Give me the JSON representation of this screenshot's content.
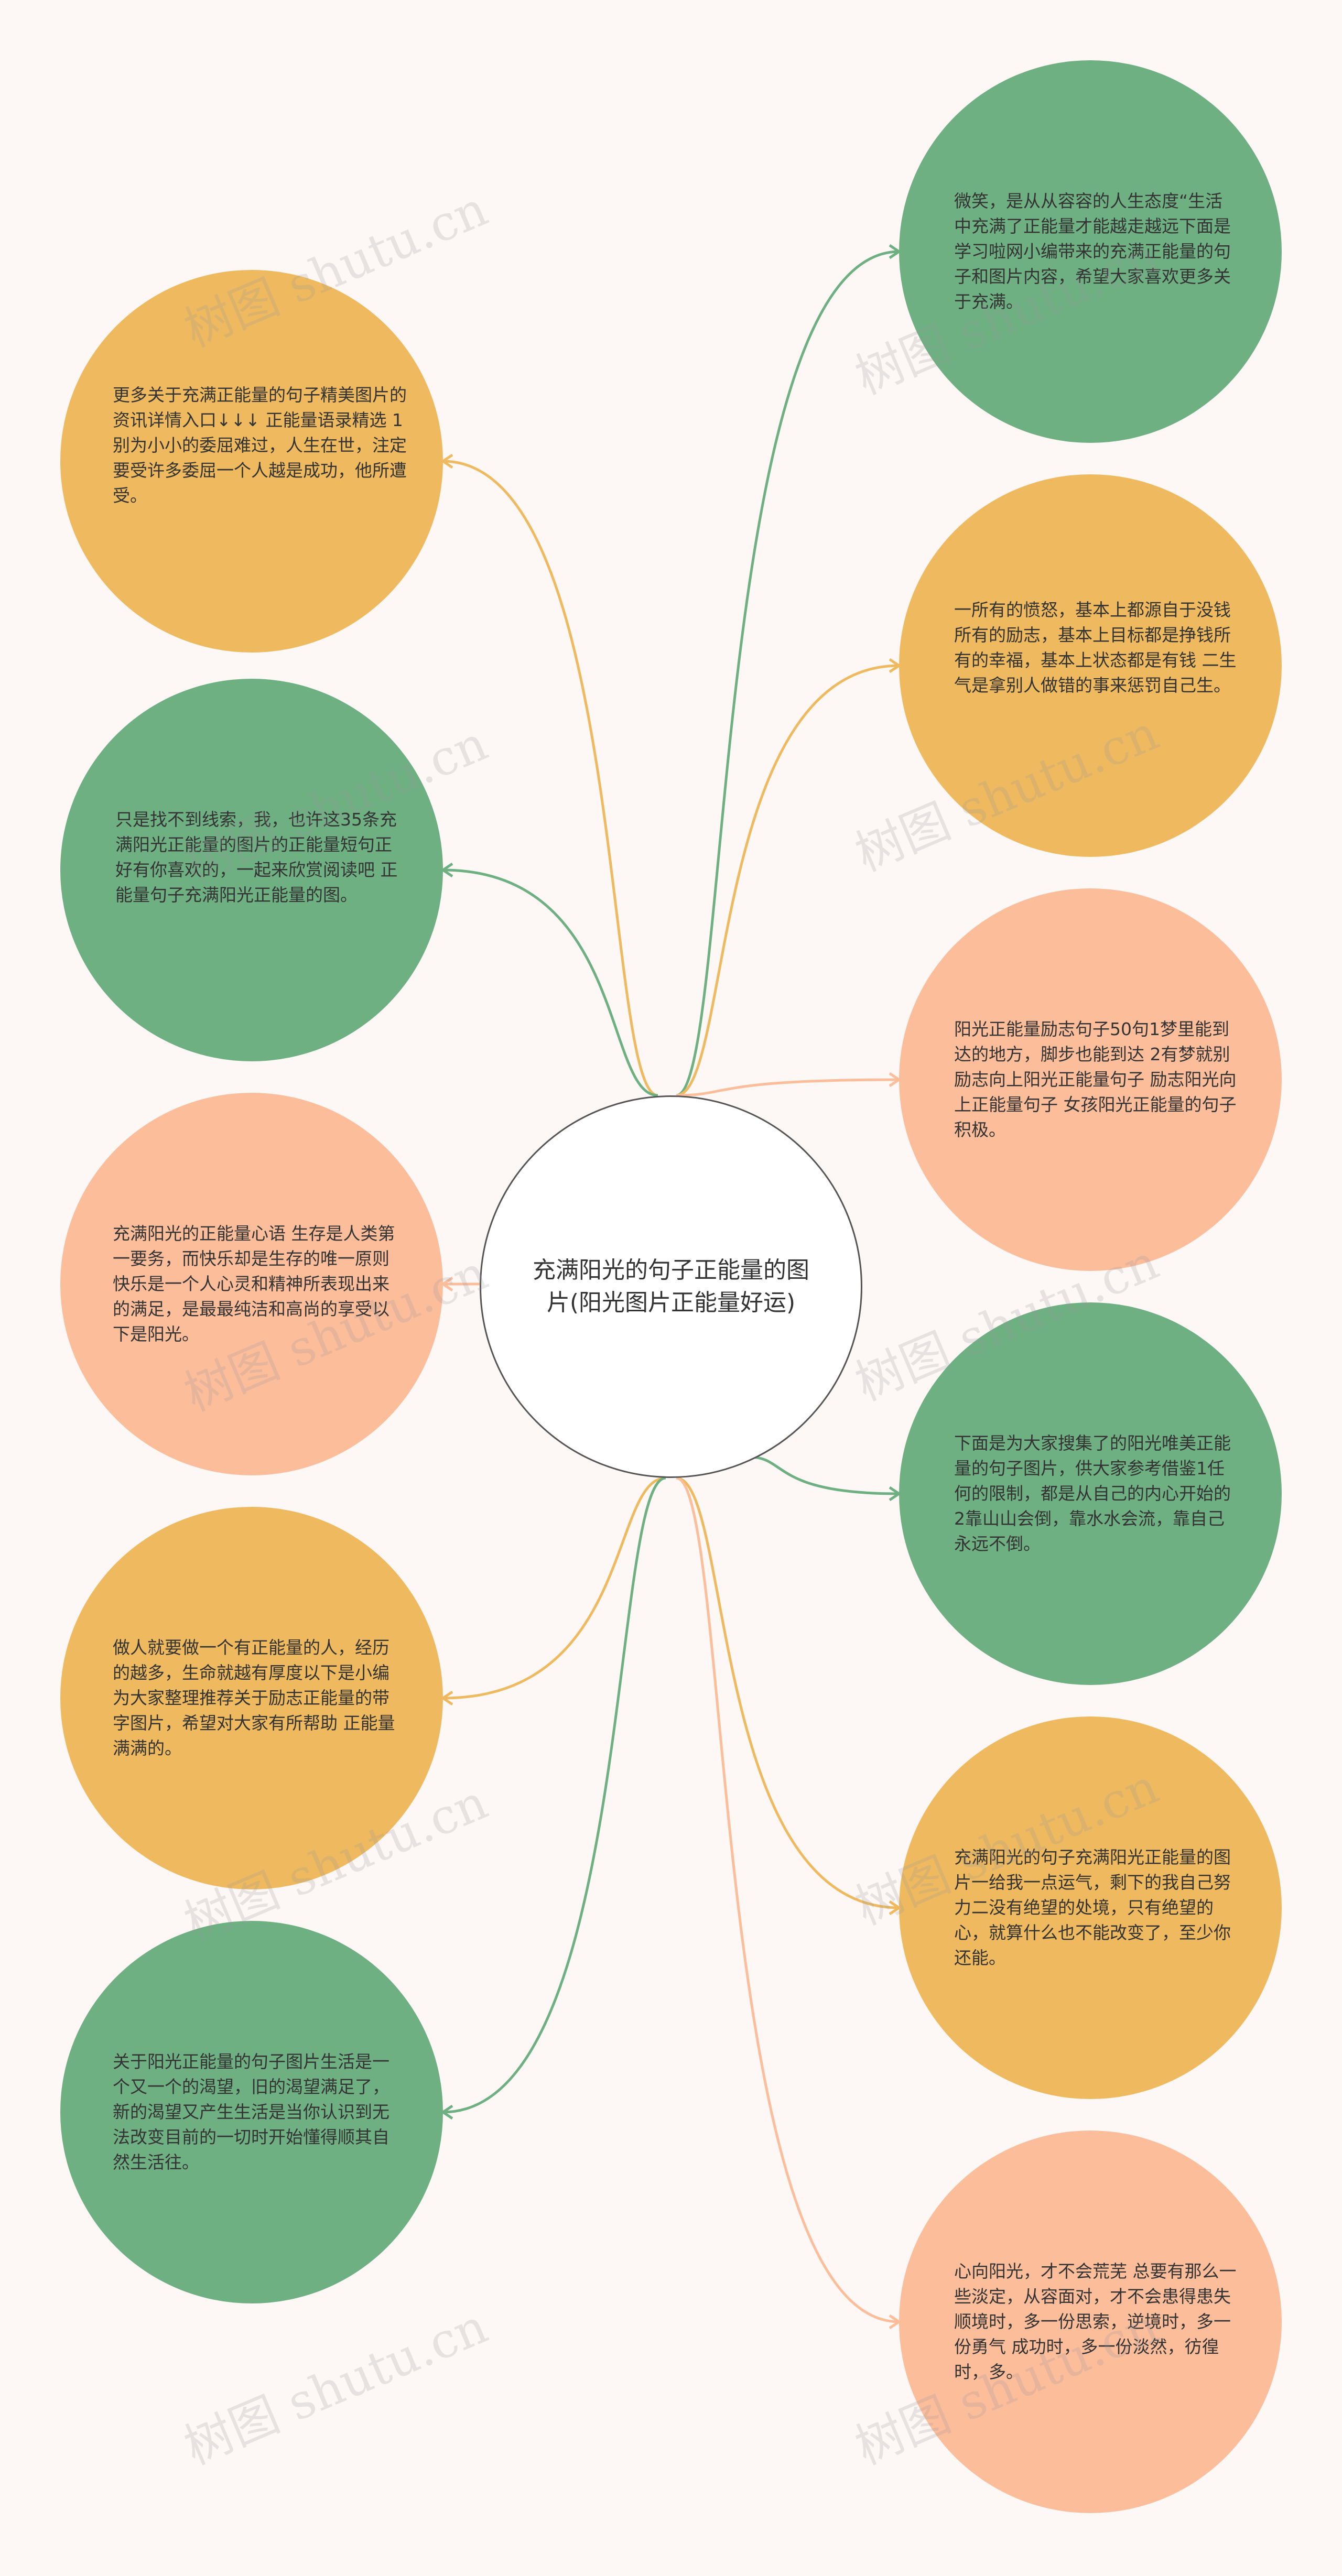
{
  "center": {
    "title": "充满阳光的句子正能量的图片(阳光图片正能量好运)"
  },
  "colors": {
    "green": "#6fb083",
    "orange": "#efba5f",
    "peach": "#fcbd9b"
  },
  "left_nodes": [
    {
      "text": "更多关于充满正能量的句子精美图片的资讯详情入口↓↓↓ 正能量语录精选 1 别为小小的委屈难过，人生在世，注定要受许多委屈一个人越是成功，他所遭受。",
      "color": "orange"
    },
    {
      "text": "只是找不到线索，我，也许这35条充满阳光正能量的图片的正能量短句正好有你喜欢的，一起来欣赏阅读吧 正能量句子充满阳光正能量的图。",
      "color": "green"
    },
    {
      "text": "充满阳光的正能量心语 生存是人类第一要务，而快乐却是生存的唯一原则快乐是一个人心灵和精神所表现出来的满足，是最最纯洁和高尚的享受以下是阳光。",
      "color": "peach"
    },
    {
      "text": "做人就要做一个有正能量的人，经历的越多，生命就越有厚度以下是小编为大家整理推荐关于励志正能量的带字图片，希望对大家有所帮助 正能量满满的。",
      "color": "orange"
    },
    {
      "text": "关于阳光正能量的句子图片生活是一个又一个的渴望，旧的渴望满足了，新的渴望又产生生活是当你认识到无法改变目前的一切时开始懂得顺其自然生活往。",
      "color": "green"
    }
  ],
  "right_nodes": [
    {
      "text": "微笑，是从从容容的人生态度“生活中充满了正能量才能越走越远下面是学习啦网小编带来的充满正能量的句子和图片内容，希望大家喜欢更多关于充满。",
      "color": "green"
    },
    {
      "text": "一所有的愤怒，基本上都源自于没钱所有的励志，基本上目标都是挣钱所有的幸福，基本上状态都是有钱 二生气是拿别人做错的事来惩罚自己生。",
      "color": "orange"
    },
    {
      "text": "阳光正能量励志句子50句1梦里能到达的地方，脚步也能到达 2有梦就别 励志向上阳光正能量句子 励志阳光向上正能量句子 女孩阳光正能量的句子 积极。",
      "color": "peach"
    },
    {
      "text": "下面是为大家搜集了的阳光唯美正能量的句子图片，供大家参考借鉴1任何的限制，都是从自己的内心开始的 2靠山山会倒，靠水水会流，靠自己永远不倒。",
      "color": "green"
    },
    {
      "text": "充满阳光的句子充满阳光正能量的图片一给我一点运气，剩下的我自己努力二没有绝望的处境，只有绝望的心，就算什么也不能改变了，至少你还能。",
      "color": "orange"
    },
    {
      "text": "心向阳光，才不会荒芜 总要有那么一些淡定，从容面对，才不会患得患失 顺境时，多一份思索，逆境时，多一份勇气 成功时，多一份淡然，彷徨时，多。",
      "color": "peach"
    }
  ],
  "watermark": "树图 shutu.cn"
}
